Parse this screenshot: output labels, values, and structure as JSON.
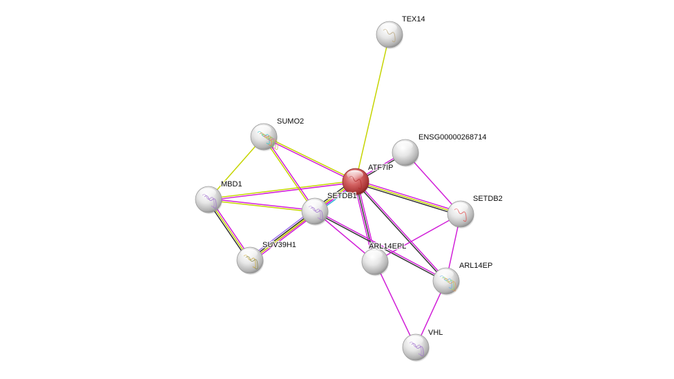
{
  "title": "ATF7IP protein interaction network",
  "edge_colors": {
    "textmining": "#c5d400",
    "experiments": "#d11fd8",
    "coexpression": "#333333",
    "databases": "#2fb6d6",
    "homology": "#a070f0"
  },
  "nodes": [
    {
      "id": "ATF7IP",
      "label": "ATF7IP",
      "query": true,
      "color": "#c44a4a",
      "structure": "coil-red"
    },
    {
      "id": "TEX14",
      "label": "TEX14",
      "query": false,
      "color": "#d8d8d8",
      "structure": "coil-tan"
    },
    {
      "id": "SUMO2",
      "label": "SUMO2",
      "query": false,
      "color": "#d8d8d8",
      "structure": "multicolor"
    },
    {
      "id": "ENSG00000268714",
      "label": "ENSG00000268714",
      "query": false,
      "color": "#d8d8d8",
      "structure": "none"
    },
    {
      "id": "MBD1",
      "label": "MBD1",
      "query": false,
      "color": "#d8d8d8",
      "structure": "purple"
    },
    {
      "id": "SETDB1",
      "label": "SETDB1",
      "query": false,
      "color": "#d8d8d8",
      "structure": "purple"
    },
    {
      "id": "SETDB2",
      "label": "SETDB2",
      "query": false,
      "color": "#d8d8d8",
      "structure": "helix-red"
    },
    {
      "id": "SUV39H1",
      "label": "SUV39H1",
      "query": false,
      "color": "#d8d8d8",
      "structure": "helix-gold"
    },
    {
      "id": "ARL14EPL",
      "label": "ARL14EPL",
      "query": false,
      "color": "#d8d8d8",
      "structure": "none"
    },
    {
      "id": "ARL14EP",
      "label": "ARL14EP",
      "query": false,
      "color": "#d8d8d8",
      "structure": "coil-multicolor"
    },
    {
      "id": "VHL",
      "label": "VHL",
      "query": false,
      "color": "#d8d8d8",
      "structure": "purple"
    }
  ],
  "edges": [
    {
      "from": "ATF7IP",
      "to": "TEX14",
      "types": [
        "textmining"
      ]
    },
    {
      "from": "ATF7IP",
      "to": "ENSG00000268714",
      "types": [
        "experiments",
        "coexpression"
      ]
    },
    {
      "from": "ATF7IP",
      "to": "SUMO2",
      "types": [
        "experiments",
        "textmining"
      ]
    },
    {
      "from": "ATF7IP",
      "to": "MBD1",
      "types": [
        "experiments",
        "textmining"
      ]
    },
    {
      "from": "ATF7IP",
      "to": "SETDB1",
      "types": [
        "databases",
        "experiments",
        "textmining",
        "coexpression"
      ]
    },
    {
      "from": "ATF7IP",
      "to": "SETDB2",
      "types": [
        "experiments",
        "textmining",
        "coexpression"
      ]
    },
    {
      "from": "ATF7IP",
      "to": "SUV39H1",
      "types": [
        "experiments",
        "textmining"
      ]
    },
    {
      "from": "ATF7IP",
      "to": "ARL14EPL",
      "types": [
        "experiments",
        "coexpression",
        "experiments"
      ]
    },
    {
      "from": "ATF7IP",
      "to": "ARL14EP",
      "types": [
        "experiments",
        "coexpression"
      ]
    },
    {
      "from": "SUMO2",
      "to": "MBD1",
      "types": [
        "textmining"
      ]
    },
    {
      "from": "SUMO2",
      "to": "SETDB1",
      "types": [
        "experiments",
        "textmining"
      ]
    },
    {
      "from": "MBD1",
      "to": "SETDB1",
      "types": [
        "experiments",
        "textmining"
      ]
    },
    {
      "from": "MBD1",
      "to": "SUV39H1",
      "types": [
        "experiments",
        "textmining",
        "coexpression"
      ]
    },
    {
      "from": "SETDB1",
      "to": "SUV39H1",
      "types": [
        "experiments",
        "textmining",
        "coexpression",
        "homology"
      ]
    },
    {
      "from": "SETDB1",
      "to": "ARL14EPL",
      "types": [
        "experiments"
      ]
    },
    {
      "from": "SETDB1",
      "to": "ARL14EP",
      "types": [
        "experiments",
        "coexpression"
      ]
    },
    {
      "from": "ENSG00000268714",
      "to": "SETDB2",
      "types": [
        "experiments"
      ]
    },
    {
      "from": "SETDB2",
      "to": "ARL14EPL",
      "types": [
        "experiments"
      ]
    },
    {
      "from": "SETDB2",
      "to": "ARL14EP",
      "types": [
        "experiments"
      ]
    },
    {
      "from": "ARL14EPL",
      "to": "VHL",
      "types": [
        "experiments"
      ]
    },
    {
      "from": "ARL14EP",
      "to": "VHL",
      "types": [
        "experiments"
      ]
    }
  ]
}
